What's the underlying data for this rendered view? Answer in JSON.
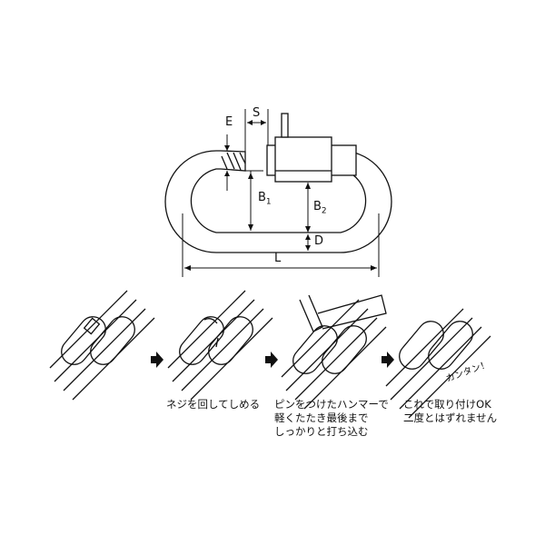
{
  "dimensions": {
    "E": "E",
    "S": "S",
    "B1": "B",
    "B1_sub": "1",
    "B2": "B",
    "B2_sub": "2",
    "D": "D",
    "L": "L"
  },
  "steps": [
    {
      "caption": [
        "ネジを回してしめる"
      ]
    },
    {
      "caption": [
        "ピンをつけたハンマーで",
        "軽くたたき最後まで",
        "しっかりと打ち込む"
      ]
    },
    {
      "caption": [
        "これで取り付けOK",
        "二度とはずれません"
      ]
    }
  ],
  "exclamation": "カンタン！"
}
